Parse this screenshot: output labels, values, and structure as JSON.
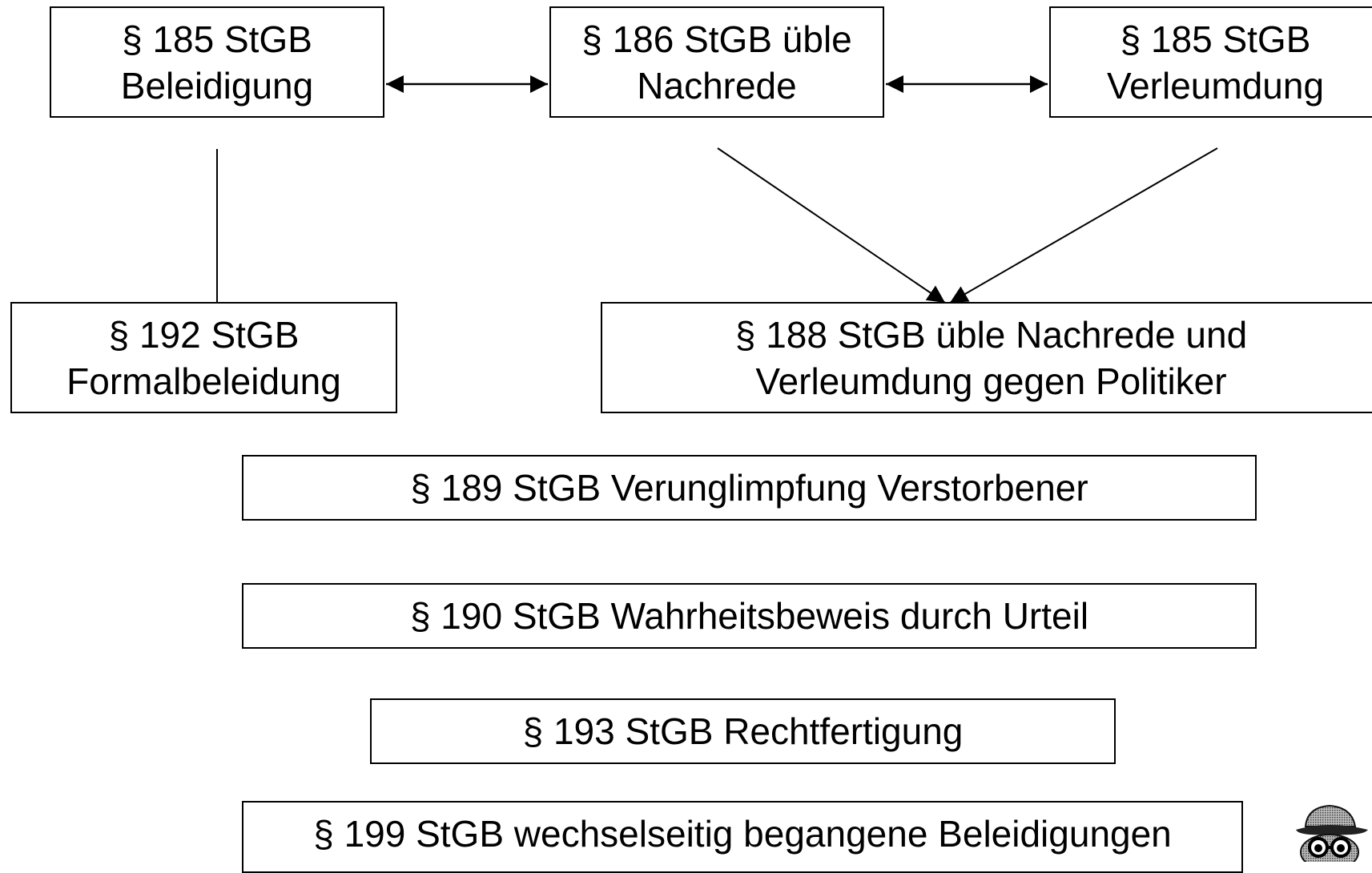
{
  "nodes": {
    "beleidigung": {
      "line1": "§ 185 StGB",
      "line2": "Beleidigung"
    },
    "ueble_nachrede": {
      "line1": "§ 186 StGB üble",
      "line2": "Nachrede"
    },
    "verleumdung": {
      "line1": "§ 185 StGB",
      "line2": "Verleumdung"
    },
    "formalbeleidigung": {
      "line1": "§ 192 StGB",
      "line2": "Formalbeleidung"
    },
    "politiker": {
      "line1": "§ 188 StGB üble Nachrede und",
      "line2": "Verleumdung gegen Politiker"
    },
    "verstorbene": {
      "label": "§ 189 StGB Verunglimpfung Verstorbener"
    },
    "wahrheitsbeweis": {
      "label": "§ 190 StGB Wahrheitsbeweis durch Urteil"
    },
    "rechtfertigung": {
      "label": "§ 193 StGB Rechtfertigung"
    },
    "wechselseitig": {
      "label": "§ 199 StGB wechselseitig begangene Beleidigungen"
    }
  },
  "edges": [
    {
      "from": "beleidigung",
      "to": "ueble_nachrede",
      "type": "bidirectional-arrow"
    },
    {
      "from": "ueble_nachrede",
      "to": "verleumdung",
      "type": "bidirectional-arrow"
    },
    {
      "from": "beleidigung",
      "to": "formalbeleidigung",
      "type": "line"
    },
    {
      "from": "ueble_nachrede",
      "to": "politiker",
      "type": "arrow"
    },
    {
      "from": "verleumdung",
      "to": "politiker",
      "type": "arrow"
    }
  ],
  "decor": {
    "mascot_icon": "detective-mascot-icon"
  }
}
